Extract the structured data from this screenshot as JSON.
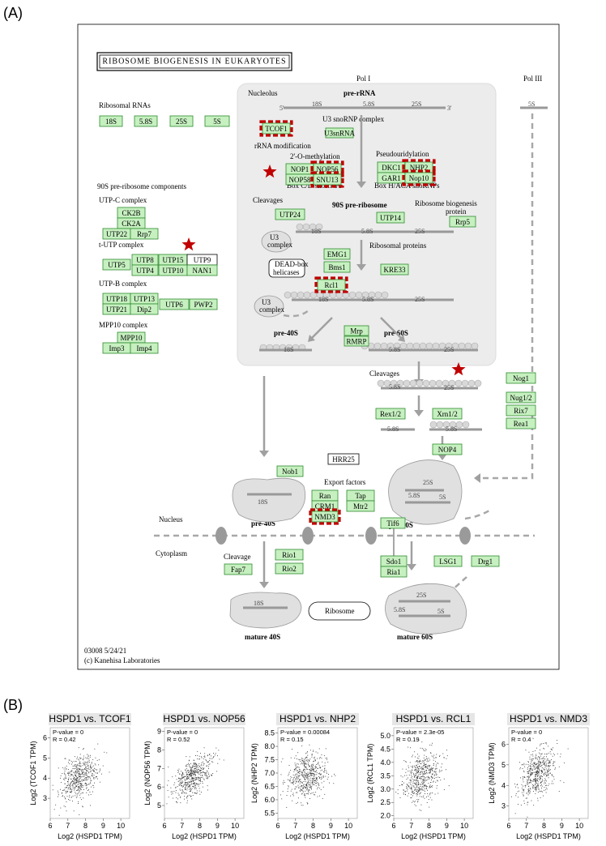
{
  "panel_a_label": "(A)",
  "panel_b_label": "(B)",
  "kegg": {
    "title": "RIBOSOME BIOGENESIS IN EUKARYOTES",
    "footer_id": "03008 5/24/21",
    "footer_copy": "(c) Kanehisa Laboratories",
    "labels": {
      "pol1": "Pol I",
      "pol3": "Pol III",
      "nucleolus": "Nucleolus",
      "pre_rrna": "pre-rRNA",
      "ribosomal_rnas": "Ribosomal RNAs",
      "u3_complex_title": "U3 snoRNP complex",
      "rrna_mod": "rRNA modification",
      "methylation": "2'-O-methylation",
      "pseudouridylation": "Pseudouridylation",
      "box_cd": "Box C/D snoRNPs",
      "box_haca": "Box H/ACA snoRNPs",
      "pre90s_components": "90S pre-ribosome components",
      "utpc": "UTP-C complex",
      "tutp": "t-UTP complex",
      "utpb": "UTP-B complex",
      "mpp10": "MPP10 complex",
      "cleavages1": "Cleavages",
      "pre90s": "90S pre-ribosome",
      "rbp": "Ribosome biogenesis",
      "rbp2": "protein",
      "ribosomal_proteins": "Ribosomal proteins",
      "u3a": "U3",
      "u3b": "complex",
      "dead1": "DEAD-box",
      "dead2": "helicases",
      "pre40s": "pre-40S",
      "pre60s": "pre-60S",
      "cleavages2": "Cleavages",
      "export": "Export factors",
      "nucleus": "Nucleus",
      "cytoplasm": "Cytoplasm",
      "cleavage": "Cleavage",
      "ribosome": "Ribosome",
      "mature40s": "mature 40S",
      "mature60s": "mature 60S",
      "s18": "18S",
      "s58": "5.8S",
      "s25": "25S",
      "s5": "5S",
      "p5": "5'",
      "p3": "3'"
    },
    "genes": {
      "r18S": "18S",
      "r58S": "5.8S",
      "r25S": "25S",
      "r5S": "5S",
      "TCOF1": "TCOF1",
      "U3snRNA": "U3snRNA",
      "NOP1": "NOP1",
      "NOP56": "NOP56",
      "NOP58": "NOP58",
      "SNU13": "SNU13",
      "DKC1": "DKC1",
      "NHP2": "NHP2",
      "GAR1": "GAR1",
      "Nop10": "Nop10",
      "CK2B": "CK2B",
      "CK2A": "CK2A",
      "UTP22": "UTP22",
      "Rrp7": "Rrp7",
      "UTP5": "UTP5",
      "UTP8": "UTP8",
      "UTP15": "UTP15",
      "UTP9": "UTP9",
      "UTP4": "UTP4",
      "UTP10": "UTP10",
      "NAN1": "NAN1",
      "UTP18": "UTP18",
      "UTP13": "UTP13",
      "UTP21": "UTP21",
      "Dip2": "Dip2",
      "UTP6": "UTP6",
      "PWP2": "PWP2",
      "MPP10": "MPP10",
      "Imp3": "Imp3",
      "Imp4": "Imp4",
      "UTP24": "UTP24",
      "UTP14": "UTP14",
      "Rrp5": "Rrp5",
      "EMG1": "EMG1",
      "Bms1": "Bms1",
      "KRE33": "KRE33",
      "Rcl1": "Rcl1",
      "Mrp": "Mrp",
      "RMRP": "RMRP",
      "Nog1": "Nog1",
      "Nug12": "Nug1/2",
      "Rix7": "Rix7",
      "Rea1": "Rea1",
      "Rex12": "Rex1/2",
      "Xrn12": "Xrn1/2",
      "NOP4": "NOP4",
      "HRR25": "HRR25",
      "Nob1": "Nob1",
      "Ran": "Ran",
      "CRM1": "CRM1",
      "NMD3": "NMD3",
      "Tap": "Tap",
      "Mtr2": "Mtr2",
      "Tif6": "Tif6",
      "Rio1": "Rio1",
      "Rio2": "Rio2",
      "Fap7": "Fap7",
      "Sdo1": "Sdo1",
      "Ria1": "Ria1",
      "LSG1": "LSG1",
      "Drg1": "Drg1"
    },
    "highlighted_genes": [
      "TCOF1",
      "NOP56",
      "SNU13",
      "NHP2",
      "Nop10",
      "Rcl1",
      "NMD3"
    ],
    "star_color": "#c00000",
    "gene_fill": "#c6f0c0"
  },
  "chart_data": [
    {
      "type": "scatter",
      "title": "HSPD1 vs. TCOF1",
      "xlabel": "Log2 (HSPD1 TPM)",
      "ylabel": "Log2 (TCOF1 TPM)",
      "xlim": [
        6,
        10.5
      ],
      "ylim": [
        2,
        6.5
      ],
      "xticks": [
        6,
        7,
        8,
        9,
        10
      ],
      "yticks": [
        3,
        4,
        5,
        6
      ],
      "p_text": "P-value = 0",
      "r_text": "R = 0.42",
      "center": [
        7.6,
        4.0
      ],
      "spread": [
        0.55,
        0.55
      ],
      "r": 0.42
    },
    {
      "type": "scatter",
      "title": "HSPD1 vs. NOP56",
      "xlabel": "Log2 (HSPD1 TPM)",
      "ylabel": "Log2 (NOP56 TPM)",
      "xlim": [
        6,
        10.5
      ],
      "ylim": [
        4.3,
        9.2
      ],
      "xticks": [
        6,
        7,
        8,
        9,
        10
      ],
      "yticks": [
        5,
        6,
        7,
        8,
        9
      ],
      "p_text": "P-value = 0",
      "r_text": "R = 0.52",
      "center": [
        7.6,
        6.6
      ],
      "spread": [
        0.55,
        0.6
      ],
      "r": 0.52
    },
    {
      "type": "scatter",
      "title": "HSPD1 vs. NHP2",
      "xlabel": "Log2 (HSPD1 TPM)",
      "ylabel": "Log2 (NHP2 TPM)",
      "xlim": [
        6,
        10.5
      ],
      "ylim": [
        5.3,
        8.7
      ],
      "xticks": [
        6,
        7,
        8,
        9,
        10
      ],
      "yticks": [
        5.5,
        6.0,
        6.5,
        7.0,
        7.5,
        8.0,
        8.5
      ],
      "p_text": "P-value = 0.00084",
      "r_text": "R = 0.15",
      "center": [
        7.6,
        6.9
      ],
      "spread": [
        0.55,
        0.45
      ],
      "r": 0.15
    },
    {
      "type": "scatter",
      "title": "HSPD1 vs. RCL1",
      "xlabel": "Log2 (HSPD1 TPM)",
      "ylabel": "Log2 (RCL1 TPM)",
      "xlim": [
        6,
        10.5
      ],
      "ylim": [
        1.9,
        5.3
      ],
      "xticks": [
        6,
        7,
        8,
        9,
        10
      ],
      "yticks": [
        2.0,
        2.5,
        3.0,
        3.5,
        4.0,
        4.5,
        5.0
      ],
      "p_text": "P-value = 2.3e-05",
      "r_text": "R = 0.19",
      "center": [
        7.6,
        3.5
      ],
      "spread": [
        0.55,
        0.45
      ],
      "r": 0.19
    },
    {
      "type": "scatter",
      "title": "HSPD1 vs. NMD3",
      "xlabel": "Log2 (HSPD1 TPM)",
      "ylabel": "Log2 (NMD3 TPM)",
      "xlim": [
        6,
        10.5
      ],
      "ylim": [
        2.4,
        6.8
      ],
      "xticks": [
        6,
        7,
        8,
        9,
        10
      ],
      "yticks": [
        3,
        4,
        5,
        6
      ],
      "p_text": "P-value = 0",
      "r_text": "R = 0.4",
      "center": [
        7.6,
        4.6
      ],
      "spread": [
        0.55,
        0.6
      ],
      "r": 0.4
    }
  ]
}
